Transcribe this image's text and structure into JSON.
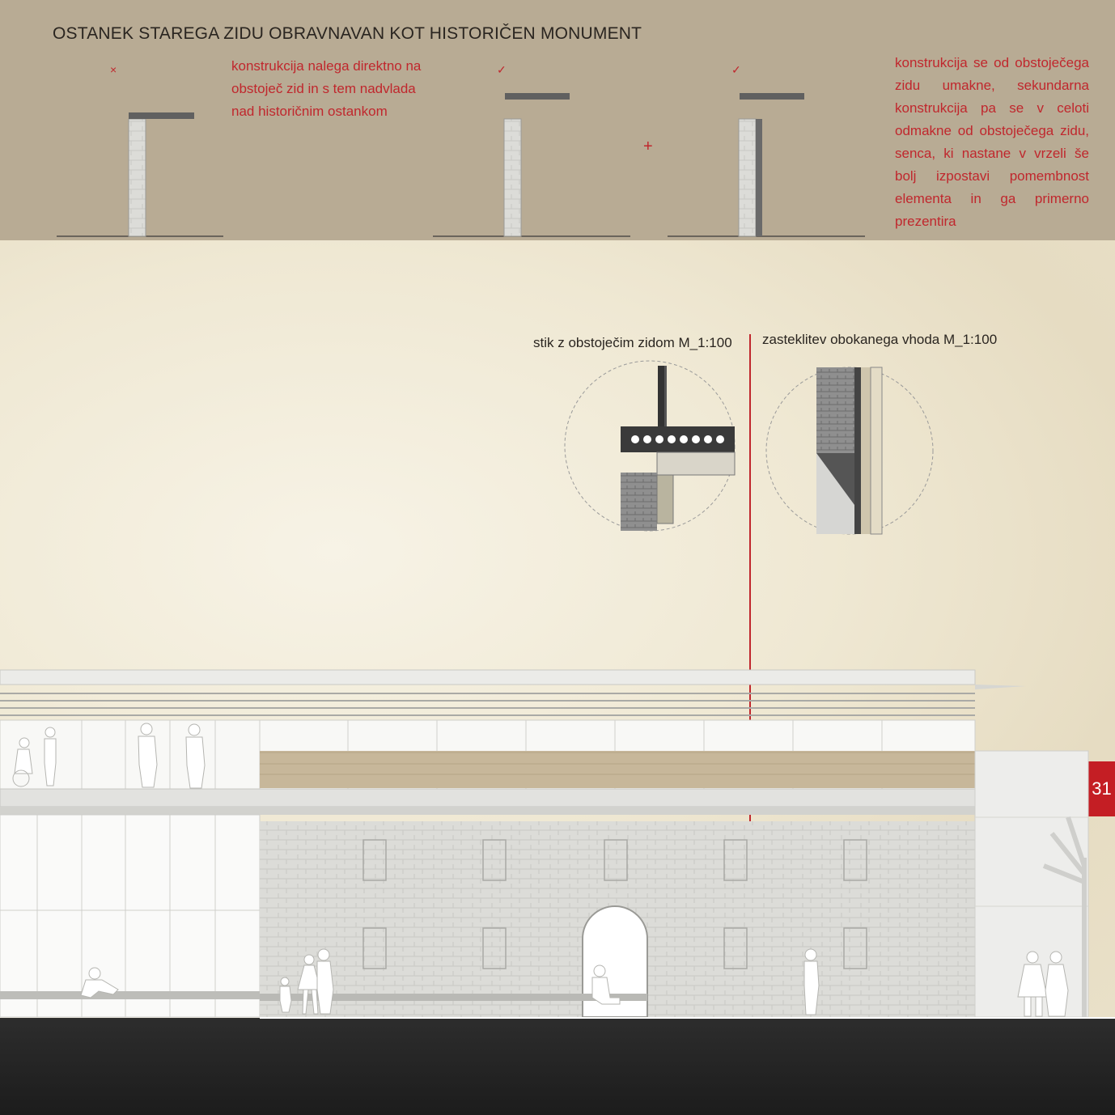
{
  "header": {
    "title": "OSTANEK STAREGA ZIDU OBRAVNAVAN KOT HISTORIČEN MONUMENT"
  },
  "options": [
    {
      "mark": "×",
      "verdict": "rejected"
    },
    {
      "mark": "✓",
      "verdict": "accepted"
    },
    {
      "mark": "✓",
      "verdict": "accepted"
    }
  ],
  "combine_symbol": "+",
  "notes": {
    "left": "konstrukcija nalega direktno na obstoječ zid in s tem nadvlada nad historičnim ostankom",
    "right": "konstrukcija se od obstoječega zidu umakne, sekundarna konstrukcija pa se v celoti odmakne od obstoječega zidu, senca, ki nastane v vrzeli še bolj izpostavi pomembnost elementa in ga primerno prezentira"
  },
  "details": {
    "left_label": "stik z obstoječim zidom M_1:100",
    "right_label": "zasteklitev obokanega vhoda M_1:100"
  },
  "page_number": "31",
  "colors": {
    "accent_red": "#c0272d",
    "header_band": "#b8ab94",
    "stone_wall": "#dcdcd8",
    "timber_band": "#c7b79a",
    "ground": "#262626"
  }
}
